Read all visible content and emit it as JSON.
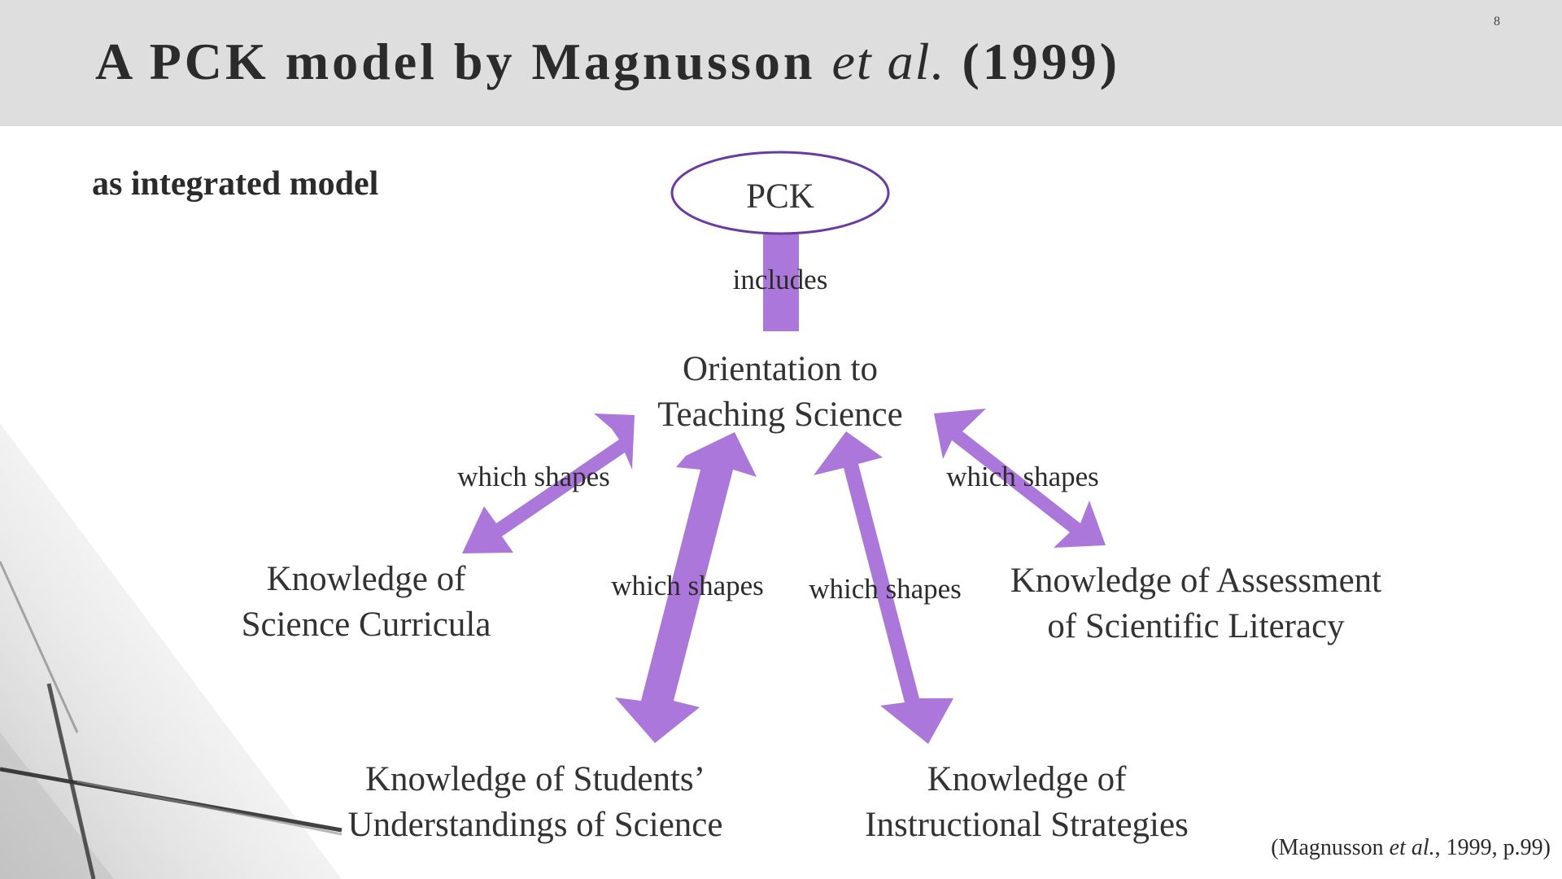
{
  "slide": {
    "page_number": "8",
    "title": {
      "prefix": "A PCK model by Magnusson ",
      "italic": "et al.",
      "suffix": " (1999)"
    },
    "subtitle": "as integrated model"
  },
  "diagram": {
    "nodes": {
      "pck": "PCK",
      "orientation": [
        "Orientation to",
        "Teaching Science"
      ],
      "curricula": [
        "Knowledge of",
        "Science Curricula"
      ],
      "assessment": [
        "Knowledge of  Assessment",
        "of  Scientific Literacy"
      ],
      "students": [
        "Knowledge of  Students’",
        "Understandings of  Science"
      ],
      "strategies": [
        "Knowledge of",
        "Instructional Strategies"
      ]
    },
    "edges": {
      "includes": "includes",
      "shapes_curricula": "which shapes",
      "shapes_students": "which shapes",
      "shapes_strategies": "which shapes",
      "shapes_assessment": "which shapes"
    },
    "colors": {
      "arrow": "#ab77db",
      "ellipse_stroke": "#6b3aa0"
    }
  },
  "citation": {
    "prefix": "(Magnusson ",
    "italic": "et al.",
    "suffix": ", 1999, p.99)"
  }
}
